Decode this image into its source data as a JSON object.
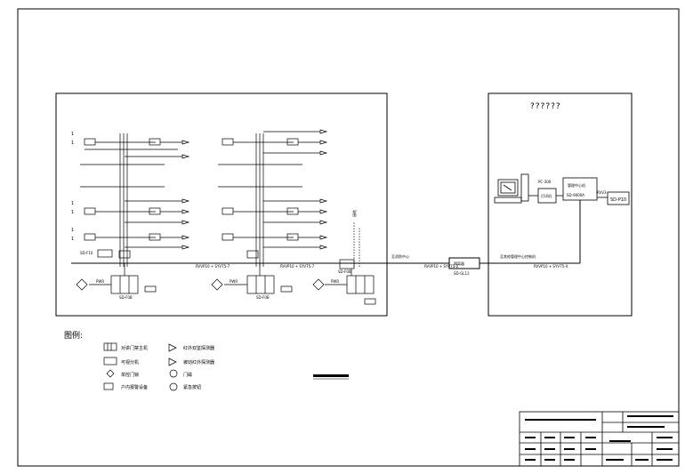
{
  "monitor_room_title": "??????",
  "legend": {
    "title": "图例:",
    "items": [
      {
        "icon": "door-controller-icon",
        "label": "对讲门禁主机"
      },
      {
        "icon": "infrared-detector-icon",
        "label": "红外双鉴探测器"
      },
      {
        "icon": "distributor-icon",
        "label": "可视分机"
      },
      {
        "icon": "passive-infrared-icon",
        "label": "被动红外探测器"
      },
      {
        "icon": "door-magnet-icon",
        "label": "单控门锁"
      },
      {
        "icon": "door-contact-icon",
        "label": "门磁"
      },
      {
        "icon": "power-unit-icon",
        "label": "户内报警设备"
      },
      {
        "icon": "emergency-button-icon",
        "label": "紧急按钮"
      }
    ]
  },
  "building_labels": {
    "switch_a": "SD-F0B",
    "switch_b": "SD-F0B",
    "switch_c": "SD-F0B",
    "pwr_a": "PWR",
    "pwr_b": "PWR",
    "pwr_c": "PWR",
    "cable_a": "RVVP10 + SYV75-7",
    "cable_b": "RVVP10 + SYV75-7",
    "cable_c": "RVVP10 + SYV75-2",
    "cable_d": "RVVP10 + SYV75-4",
    "isolator": "隔离器",
    "isolator_code": "SD-GL12",
    "main_line": "至消防中心",
    "remote_line": "至其他管理中心控制机",
    "left_edge_label": "SD-F10",
    "vertical_note": "接地"
  },
  "monitor_room": {
    "pc_label": "PC-300",
    "printer_label": "打印机",
    "manager_title": "管理中心机",
    "manager_code": "SD-9000A",
    "code_right": "SD-P10",
    "code_mid": "RVV3"
  },
  "floor_units": [
    "1",
    "1",
    "1",
    "1",
    "1",
    "1"
  ]
}
